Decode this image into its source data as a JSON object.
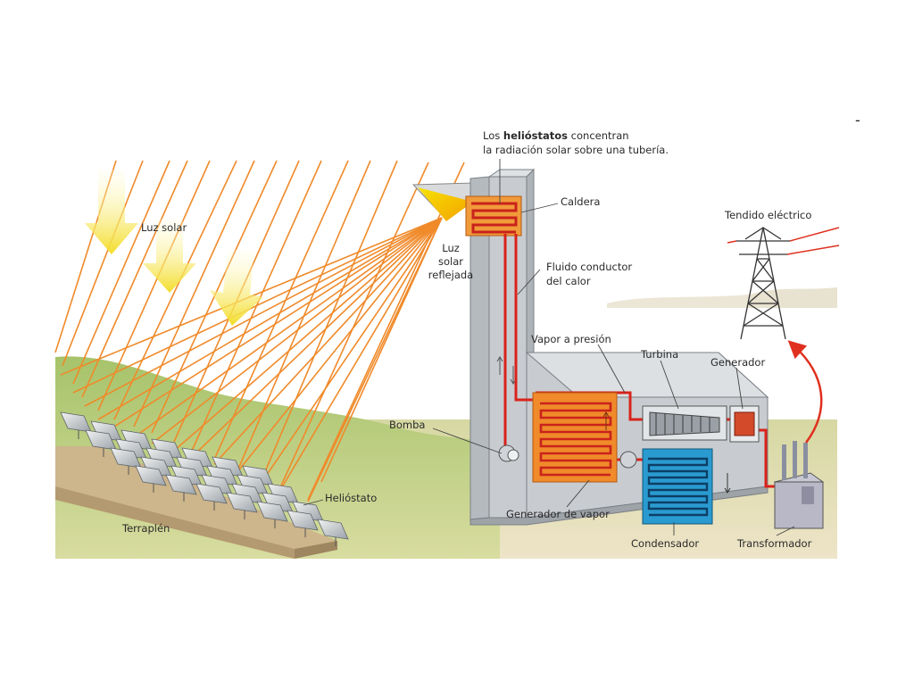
{
  "corner_mark": "-",
  "caption": {
    "line1_prefix": "Los ",
    "line1_bold": "helióstatos",
    "line1_suffix": " concentran",
    "line2": "la radiación solar sobre una tubería."
  },
  "labels": {
    "luz_solar": "Luz solar",
    "luz_reflejada": [
      "Luz",
      "solar",
      "reflejada"
    ],
    "caldera": "Caldera",
    "fluido": [
      "Fluido conductor",
      "del calor"
    ],
    "tendido": "Tendido eléctrico",
    "vapor_presion": "Vapor a presión",
    "turbina": "Turbina",
    "generador": "Generador",
    "bomba": "Bomba",
    "generador_vapor": "Generador de vapor",
    "condensador": "Condensador",
    "transformador": "Transformador",
    "heliostato": "Helióstato",
    "terraplen": "Terraplén"
  },
  "colors": {
    "sky_rays": "#f08a2a",
    "sun_arrow": "#f6e24a",
    "hill": "#a9c46a",
    "ground": "#e7dcc0",
    "tower": "#c7cbcf",
    "pipe_red": "#d9231b",
    "steam_gen": "#f08a2a",
    "condenser": "#2a9bd0",
    "arrow_red": "#e0301f",
    "embankment": "#cdb58c"
  }
}
